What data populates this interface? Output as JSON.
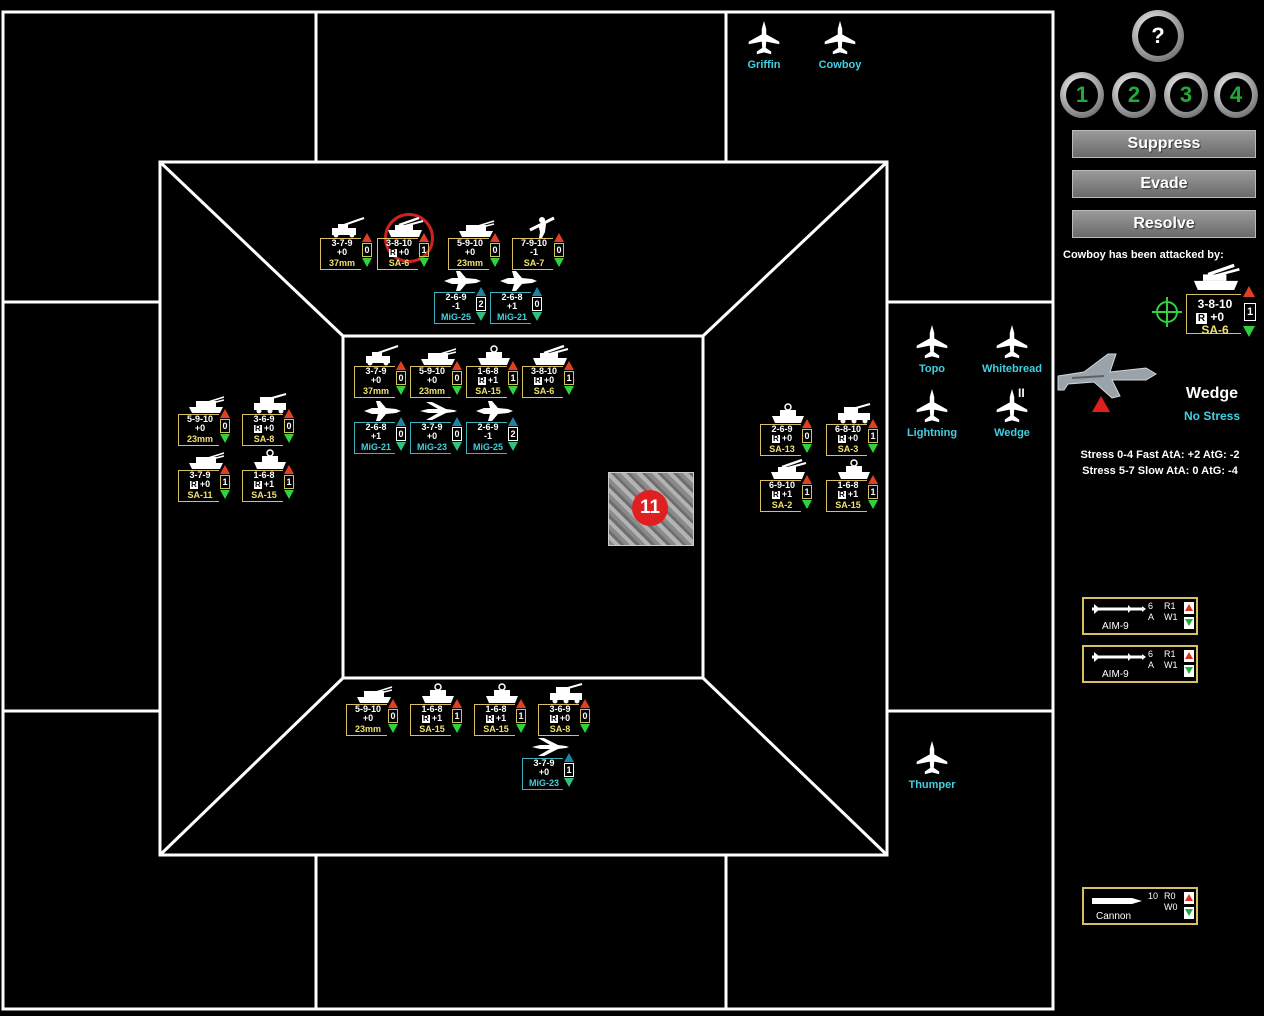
{
  "help_label": "?",
  "turn_buttons": [
    "1",
    "2",
    "3",
    "4"
  ],
  "colors": {
    "turn_text": "#25a83a",
    "sam_label": "#f0e070",
    "air_label": "#40d0e0",
    "flight_name": "#40d0e0",
    "grid": "#ffffff",
    "target_red": "#e02020"
  },
  "actions": {
    "suppress": "Suppress",
    "evade": "Evade",
    "resolve": "Resolve"
  },
  "attacked_text": "Cowboy has been attacked by:",
  "attacker": {
    "l1": "3-8-10",
    "r": "R",
    "mod": "+0",
    "name": "SA-6",
    "count": "1"
  },
  "selected": {
    "name": "Wedge",
    "stress": "No Stress"
  },
  "stress_lines": [
    "Stress 0-4 Fast AtA: +2 AtG: -2",
    "Stress 5-7 Slow AtA: 0 AtG: -4"
  ],
  "weapons": [
    {
      "name": "AIM-9",
      "qty": "6",
      "a": "A",
      "r": "R1",
      "w": "W1",
      "icon": "missile-icon"
    },
    {
      "name": "AIM-9",
      "qty": "6",
      "a": "A",
      "r": "R1",
      "w": "W1",
      "icon": "missile-icon"
    },
    {
      "name": "Cannon",
      "qty": "10",
      "a": "",
      "r": "R0",
      "w": "W0",
      "icon": "cannon-icon"
    }
  ],
  "flights": {
    "griffin": "Griffin",
    "cowboy": "Cowboy",
    "topo": "Topo",
    "whitebread": "Whitebread",
    "lightning": "Lightning",
    "wedge": "Wedge",
    "thumper": "Thumper"
  },
  "wedge_marker": "II",
  "target_number": "11",
  "units": [
    {
      "id": "u1",
      "kind": "sam",
      "icon": "aa-gun-icon",
      "l1": "3-7-9",
      "r": "",
      "mod": "+0",
      "name": "37mm",
      "count": "0"
    },
    {
      "id": "u2",
      "kind": "sam",
      "icon": "sam-launcher-icon",
      "l1": "3-8-10",
      "r": "R",
      "mod": "+0",
      "name": "SA-6",
      "count": "1"
    },
    {
      "id": "u3",
      "kind": "sam",
      "icon": "aa-tank-icon",
      "l1": "5-9-10",
      "r": "",
      "mod": "+0",
      "name": "23mm",
      "count": "0"
    },
    {
      "id": "u4",
      "kind": "sam",
      "icon": "manpads-icon",
      "l1": "7-9-10",
      "r": "",
      "mod": "-1",
      "name": "SA-7",
      "count": "0"
    },
    {
      "id": "u5",
      "kind": "air",
      "icon": "fighter-icon",
      "l1": "2-6-9",
      "r": "",
      "mod": "-1",
      "name": "MiG-25",
      "count": "2"
    },
    {
      "id": "u6",
      "kind": "air",
      "icon": "fighter-icon",
      "l1": "2-6-8",
      "r": "",
      "mod": "+1",
      "name": "MiG-21",
      "count": "0"
    },
    {
      "id": "u7",
      "kind": "sam",
      "icon": "aa-gun-icon",
      "l1": "3-7-9",
      "r": "",
      "mod": "+0",
      "name": "37mm",
      "count": "0"
    },
    {
      "id": "u8",
      "kind": "sam",
      "icon": "aa-tank-icon",
      "l1": "5-9-10",
      "r": "",
      "mod": "+0",
      "name": "23mm",
      "count": "0"
    },
    {
      "id": "u9",
      "kind": "sam",
      "icon": "sam-vehicle-icon",
      "l1": "1-6-8",
      "r": "R",
      "mod": "+1",
      "name": "SA-15",
      "count": "1"
    },
    {
      "id": "u10",
      "kind": "sam",
      "icon": "sam-launcher-icon",
      "l1": "3-8-10",
      "r": "R",
      "mod": "+0",
      "name": "SA-6",
      "count": "1"
    },
    {
      "id": "u11",
      "kind": "air",
      "icon": "fighter-icon",
      "l1": "2-6-8",
      "r": "",
      "mod": "+1",
      "name": "MiG-21",
      "count": "0"
    },
    {
      "id": "u12",
      "kind": "air",
      "icon": "swingwing-icon",
      "l1": "3-7-9",
      "r": "",
      "mod": "+0",
      "name": "MiG-23",
      "count": "0"
    },
    {
      "id": "u13",
      "kind": "air",
      "icon": "fighter-icon",
      "l1": "2-6-9",
      "r": "",
      "mod": "-1",
      "name": "MiG-25",
      "count": "2"
    },
    {
      "id": "u14",
      "kind": "sam",
      "icon": "aa-tank-icon",
      "l1": "5-9-10",
      "r": "",
      "mod": "+0",
      "name": "23mm",
      "count": "0"
    },
    {
      "id": "u15",
      "kind": "sam",
      "icon": "sam-truck-icon",
      "l1": "3-6-9",
      "r": "R",
      "mod": "+0",
      "name": "SA-8",
      "count": "0"
    },
    {
      "id": "u16",
      "kind": "sam",
      "icon": "aa-tank-icon",
      "l1": "3-7-9",
      "r": "R",
      "mod": "+0",
      "name": "SA-11",
      "count": "1"
    },
    {
      "id": "u17",
      "kind": "sam",
      "icon": "sam-vehicle-icon",
      "l1": "1-6-8",
      "r": "R",
      "mod": "+1",
      "name": "SA-15",
      "count": "1"
    },
    {
      "id": "u18",
      "kind": "sam",
      "icon": "sam-vehicle-icon",
      "l1": "2-6-9",
      "r": "R",
      "mod": "+0",
      "name": "SA-13",
      "count": "0"
    },
    {
      "id": "u19",
      "kind": "sam",
      "icon": "sam-truck-icon",
      "l1": "6-8-10",
      "r": "R",
      "mod": "+0",
      "name": "SA-3",
      "count": "1"
    },
    {
      "id": "u20",
      "kind": "sam",
      "icon": "sam-launcher-icon",
      "l1": "6-9-10",
      "r": "R",
      "mod": "+1",
      "name": "SA-2",
      "count": "1"
    },
    {
      "id": "u21",
      "kind": "sam",
      "icon": "sam-vehicle-icon",
      "l1": "1-6-8",
      "r": "R",
      "mod": "+1",
      "name": "SA-15",
      "count": "1"
    },
    {
      "id": "u22",
      "kind": "sam",
      "icon": "aa-tank-icon",
      "l1": "5-9-10",
      "r": "",
      "mod": "+0",
      "name": "23mm",
      "count": "0"
    },
    {
      "id": "u23",
      "kind": "sam",
      "icon": "sam-vehicle-icon",
      "l1": "1-6-8",
      "r": "R",
      "mod": "+1",
      "name": "SA-15",
      "count": "1"
    },
    {
      "id": "u24",
      "kind": "sam",
      "icon": "sam-vehicle-icon",
      "l1": "1-6-8",
      "r": "R",
      "mod": "+1",
      "name": "SA-15",
      "count": "1"
    },
    {
      "id": "u25",
      "kind": "sam",
      "icon": "sam-truck-icon",
      "l1": "3-6-9",
      "r": "R",
      "mod": "+0",
      "name": "SA-8",
      "count": "0"
    },
    {
      "id": "u26",
      "kind": "air",
      "icon": "swingwing-icon",
      "l1": "3-7-9",
      "r": "",
      "mod": "+0",
      "name": "MiG-23",
      "count": "1"
    }
  ]
}
